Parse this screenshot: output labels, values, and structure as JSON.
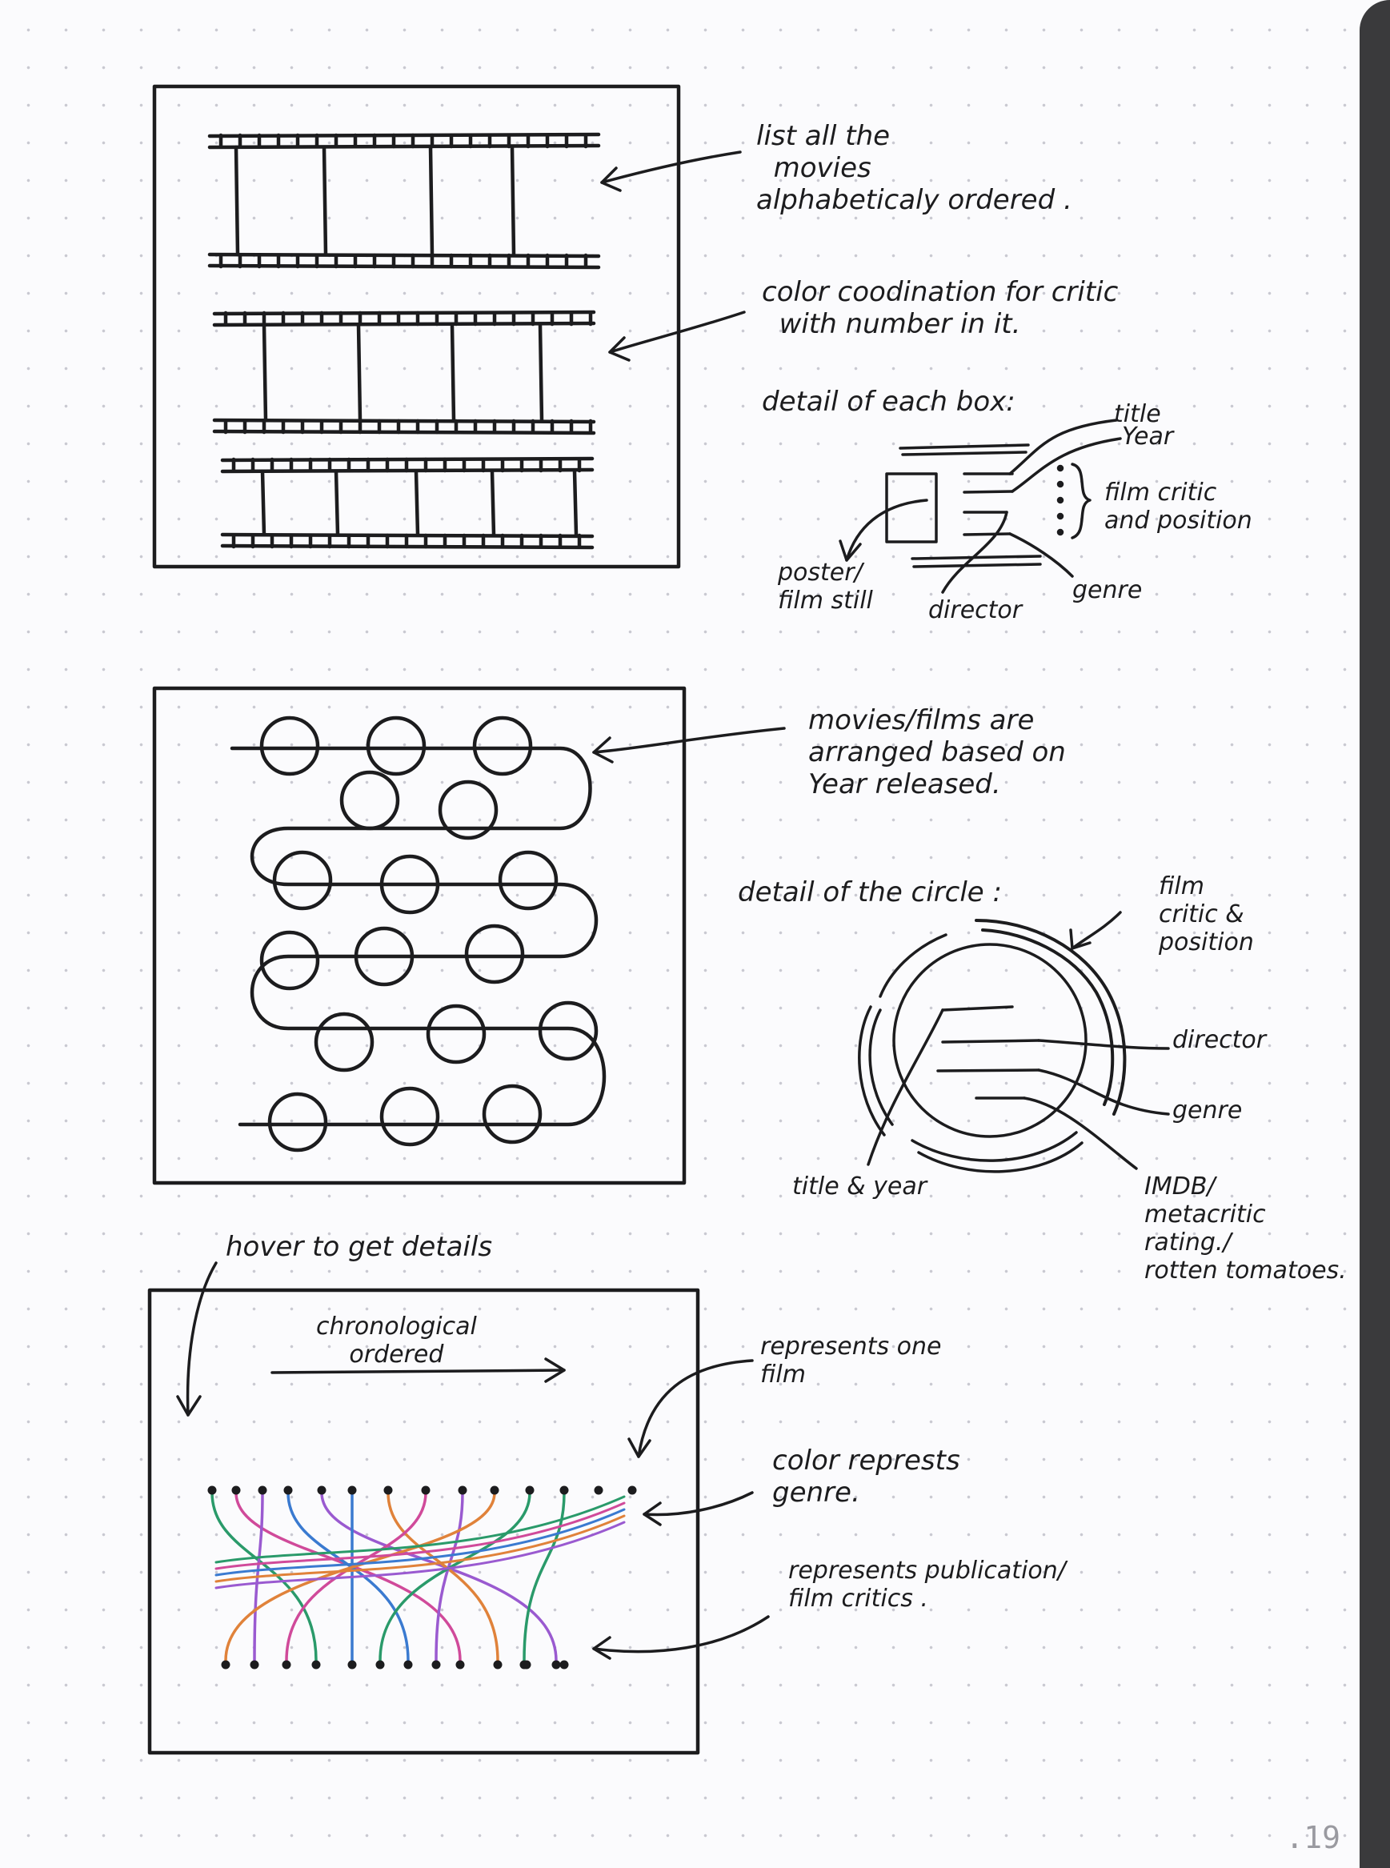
{
  "section1": {
    "note_list": "list all the\n  movies\nalphabeticaly ordered .",
    "note_color": "color coodination for critic\n  with number in it.",
    "detail_heading": "detail of each box:",
    "labels": {
      "title": "title",
      "year": "Year",
      "critic": "film critic\nand position",
      "poster": "poster/\nfilm still",
      "director": "director",
      "genre": "genre"
    }
  },
  "section2": {
    "note_arranged": "movies/films are\narranged based on\nYear released.",
    "detail_heading": "detail of the circle :",
    "labels": {
      "critic": "film\ncritic &\nposition",
      "director": "director",
      "genre": "genre",
      "title_year": "title & year",
      "rating": "IMDB/\nmetacritic\nrating./\nrotten tomatoes."
    }
  },
  "section3": {
    "hover": "hover to get details",
    "chrono": "chronological\nordered",
    "note_one_film": "represents one\nfilm",
    "note_color_genre": "color represts\ngenre.",
    "note_publication": "represents publication/\nfilm critics ."
  },
  "page_number": ".19",
  "colors": {
    "ink": "#1c1c1e",
    "green": "#2a9a6a",
    "purple": "#9a5ad0",
    "magenta": "#d04a9a",
    "blue": "#3a7ad0",
    "orange": "#e0823a"
  }
}
